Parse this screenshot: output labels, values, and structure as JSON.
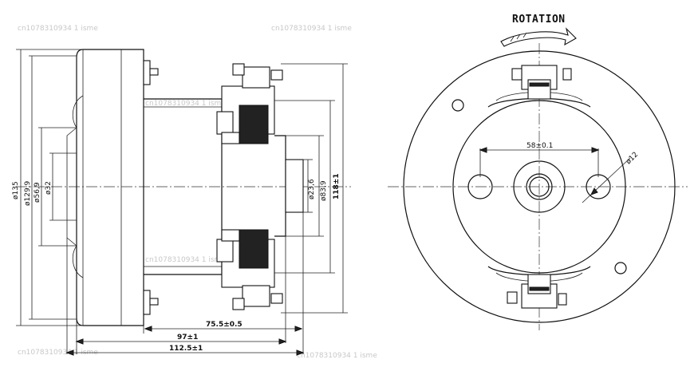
{
  "side_view": {
    "dia_135": "ø135",
    "dia_129_9": "ø129,9",
    "dia_56_9": "ø56,9",
    "dia_32": "ø32",
    "dia_23_6": "ø23,6",
    "dia_83_9": "ø83,9",
    "height_118": "118±1",
    "len_75_5": "75.5±0.5",
    "len_97": "97±1",
    "len_112_5": "112.5±1"
  },
  "front_view": {
    "title": "ROTATION",
    "hole_spacing": "58±0.1",
    "hole_dia": "ø12"
  },
  "watermarks": [
    "cn1078310934 1 isme",
    "cn1078310934 1 isme",
    "cn1078310934 1 isme",
    "cn1078310934 1 isme",
    "cn1078310934 1 isme",
    "cn1078310934 1 isme"
  ]
}
